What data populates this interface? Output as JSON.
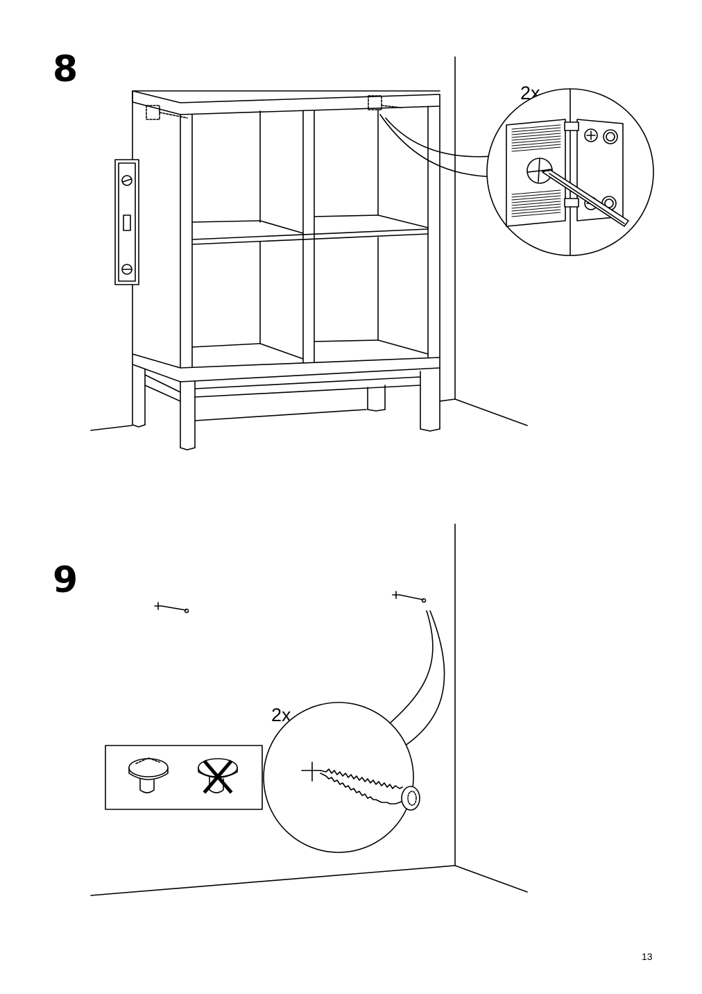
{
  "steps": [
    {
      "number": "8",
      "quantity": "2x"
    },
    {
      "number": "9",
      "quantity": "2x"
    }
  ],
  "page_number": "13",
  "colors": {
    "line": "#000000",
    "background": "#ffffff"
  },
  "icons": [
    "spirit-level-icon",
    "pencil-icon",
    "wall-bracket-icon",
    "screw-icon",
    "cross-mark-icon"
  ]
}
